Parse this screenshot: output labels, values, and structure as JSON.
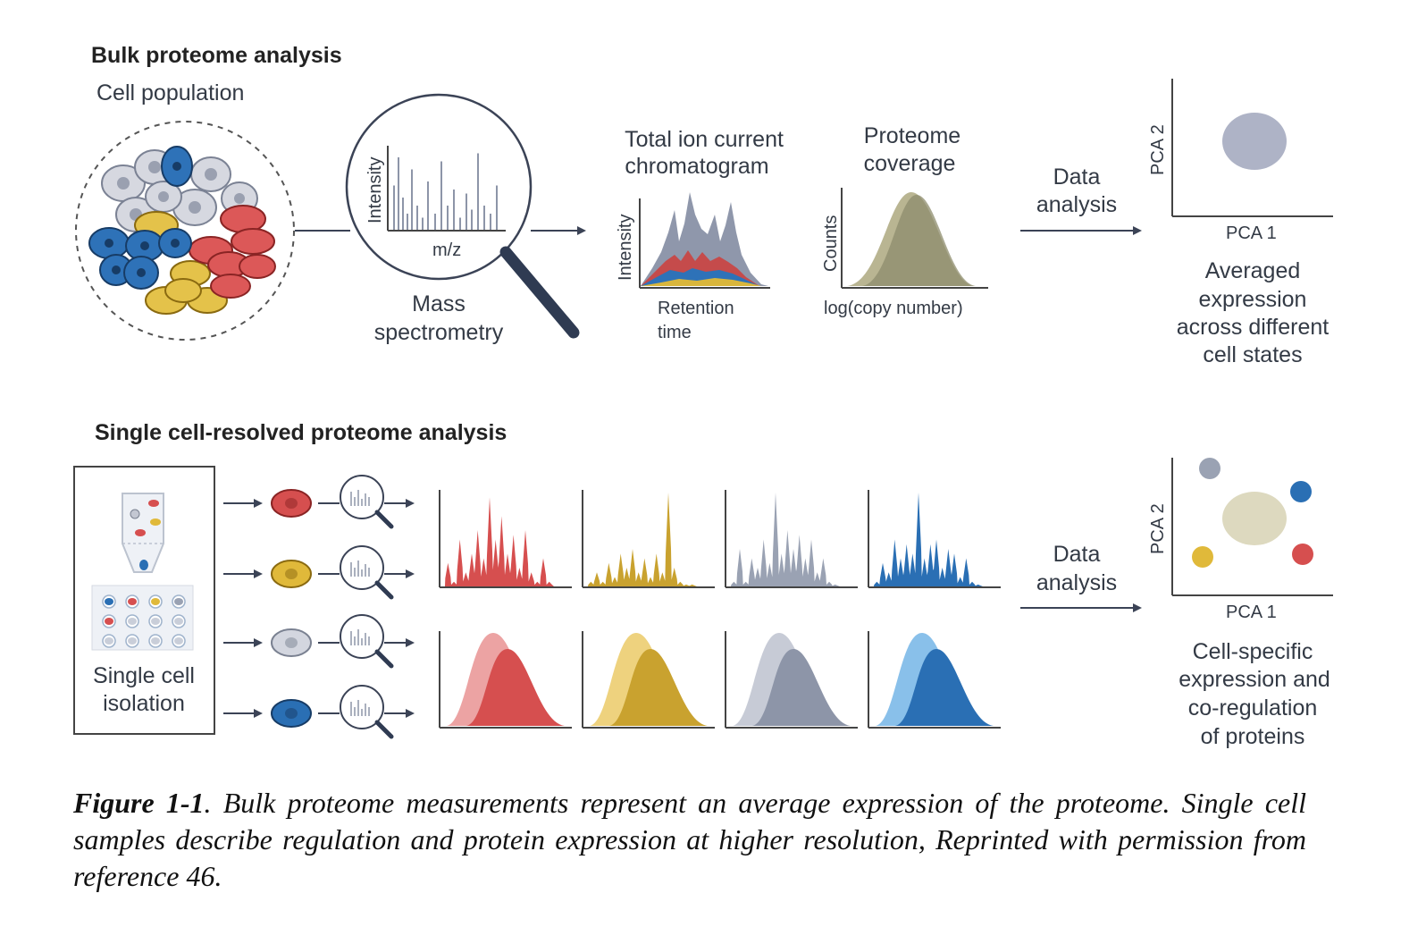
{
  "bulk": {
    "heading": "Bulk proteome analysis",
    "cell_population": "Cell population",
    "ms_intensity": "Intensity",
    "ms_mz": "m/z",
    "ms_line1": "Mass",
    "ms_line2": "spectrometry",
    "tic_line1": "Total ion current",
    "tic_line2": "chromatogram",
    "tic_ylabel": "Intensity",
    "tic_x1": "Retention",
    "tic_x2": "time",
    "cov_line1": "Proteome",
    "cov_line2": "coverage",
    "cov_ylabel": "Counts",
    "cov_xlabel": "log(copy number)",
    "data_line1": "Data",
    "data_line2": "analysis",
    "pca_y": "PCA 2",
    "pca_x": "PCA 1",
    "result": [
      "Averaged",
      "expression",
      "across different",
      "cell states"
    ]
  },
  "single": {
    "heading": "Single cell-resolved proteome analysis",
    "isolation_line1": "Single cell",
    "isolation_line2": "isolation",
    "data_line1": "Data",
    "data_line2": "analysis",
    "pca_y": "PCA 2",
    "pca_x": "PCA 1",
    "result": [
      "Cell-specific",
      "expression and",
      "co-regulation",
      "of proteins"
    ]
  },
  "caption": {
    "label": "Figure 1-1",
    "text": ". Bulk proteome measurements represent an average expression of the proteome. Single cell samples describe regulation and protein expression at higher resolution, Reprinted with permission from reference 46."
  },
  "colors": {
    "red": "#d64f4f",
    "yellow": "#e0b93a",
    "grey": "#9aa2b3",
    "blue": "#2a6fb4",
    "ink": "#333a45"
  }
}
